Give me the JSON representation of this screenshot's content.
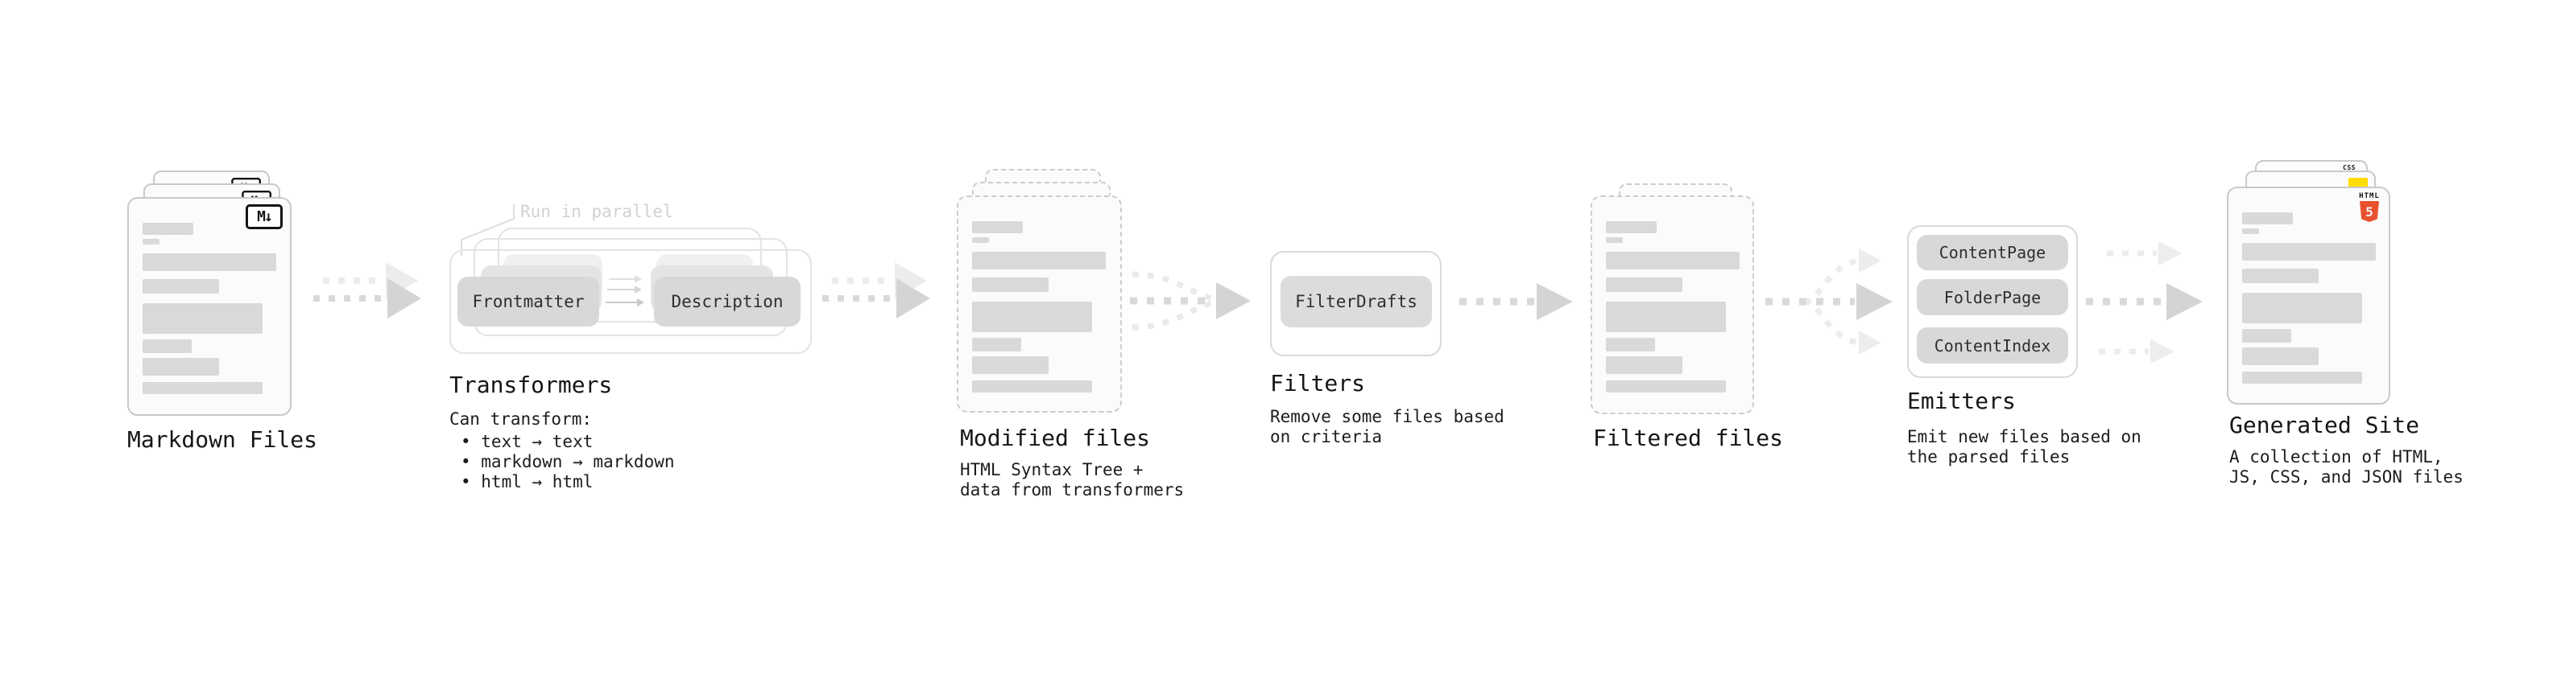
{
  "stages": {
    "markdown": {
      "label": "Markdown Files"
    },
    "transformers": {
      "label": "Transformers",
      "note": "Run in parallel",
      "pill_left": "Frontmatter",
      "pill_right": "Description",
      "desc_title": "Can transform:",
      "bullets": [
        "• text → text",
        "• markdown → markdown",
        "• html → html"
      ]
    },
    "modified": {
      "label": "Modified files",
      "desc1": "HTML Syntax Tree +",
      "desc2": "data from transformers"
    },
    "filters": {
      "label": "Filters",
      "pill": "FilterDrafts",
      "desc1": "Remove some files based",
      "desc2": "on criteria"
    },
    "filtered": {
      "label": "Filtered files"
    },
    "emitters": {
      "label": "Emitters",
      "pills": [
        "ContentPage",
        "FolderPage",
        "ContentIndex"
      ],
      "desc1": "Emit new files based on",
      "desc2": "the parsed files"
    },
    "generated": {
      "label": "Generated Site",
      "desc1": "A collection of HTML,",
      "desc2": "JS, CSS, and JSON files"
    }
  },
  "icons": {
    "markdown_badge": "M↓",
    "css_badge": "CSS",
    "html_badge_text": "HTML",
    "html_shield_number": "5"
  },
  "colors": {
    "html5_orange": "#e8512d",
    "js_yellow": "#ffdd00",
    "css_blue": "#2b62f1",
    "bar_gray": "#d9d9d9",
    "arrow_gray": "#d4d4d4"
  }
}
